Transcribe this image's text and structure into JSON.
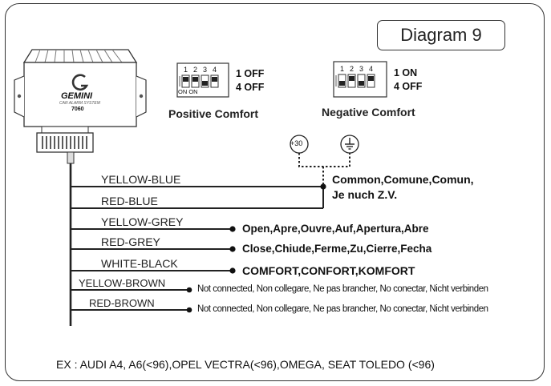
{
  "title": "Diagram 9",
  "module": {
    "brand": "GEMINI",
    "tagline": "CAR ALARM SYSTEM",
    "model": "7060"
  },
  "dip_switches": [
    {
      "caption": "Positive Comfort",
      "numbers": [
        "1",
        "2",
        "3",
        "4"
      ],
      "on_labels": "ON ON",
      "state_lines": [
        "1 OFF",
        "4 OFF"
      ]
    },
    {
      "caption": "Negative Comfort",
      "numbers": [
        "1",
        "2",
        "3",
        "4"
      ],
      "on_labels": "",
      "state_lines": [
        "1 ON",
        "4 OFF"
      ]
    }
  ],
  "terminals": {
    "plus30": "+30"
  },
  "wires": [
    {
      "color": "YELLOW-BLUE",
      "function": ""
    },
    {
      "color": "RED-BLUE",
      "function": ""
    },
    {
      "color": "YELLOW-GREY",
      "function": "Open,Apre,Ouvre,Auf,Apertura,Abre"
    },
    {
      "color": "RED-GREY",
      "function": "Close,Chiude,Ferme,Zu,Cierre,Fecha"
    },
    {
      "color": "WHITE-BLACK",
      "function": "COMFORT,CONFORT,KOMFORT"
    },
    {
      "color": "YELLOW-BROWN",
      "function": "Not connected, Non collegare, Ne pas brancher, No conectar, Nicht verbinden"
    },
    {
      "color": "RED-BROWN",
      "function": "Not connected, Non collegare, Ne pas brancher, No conectar, Nicht verbinden"
    }
  ],
  "common_label": [
    "Common,Comune,Comun,",
    "Je nuch Z.V."
  ],
  "footer": "EX : AUDI A4, A6(<96),OPEL VECTRA(<96),OMEGA, SEAT TOLEDO (<96)"
}
